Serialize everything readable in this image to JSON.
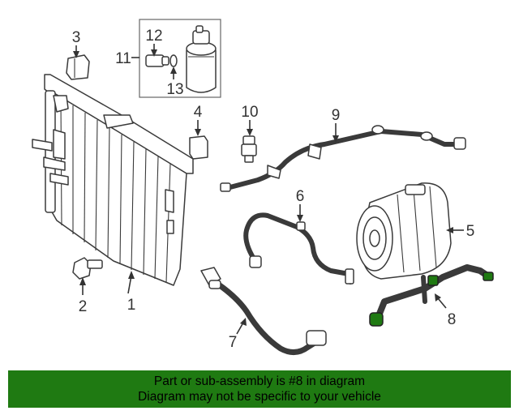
{
  "callouts": [
    {
      "id": "1",
      "text": "1"
    },
    {
      "id": "2",
      "text": "2"
    },
    {
      "id": "3",
      "text": "3"
    },
    {
      "id": "4",
      "text": "4"
    },
    {
      "id": "5",
      "text": "5"
    },
    {
      "id": "6",
      "text": "6"
    },
    {
      "id": "7",
      "text": "7"
    },
    {
      "id": "8",
      "text": "8"
    },
    {
      "id": "9",
      "text": "9"
    },
    {
      "id": "10",
      "text": "10"
    },
    {
      "id": "11",
      "text": "11"
    },
    {
      "id": "12",
      "text": "12"
    },
    {
      "id": "13",
      "text": "13"
    }
  ],
  "highlighted_part": "8",
  "colors": {
    "banner": "#1f7a12",
    "highlight": "#1f7a12",
    "line": "#333333"
  },
  "banner": {
    "line1": "Part or sub-assembly is #8 in diagram",
    "line2": "Diagram may not be specific to your vehicle"
  }
}
